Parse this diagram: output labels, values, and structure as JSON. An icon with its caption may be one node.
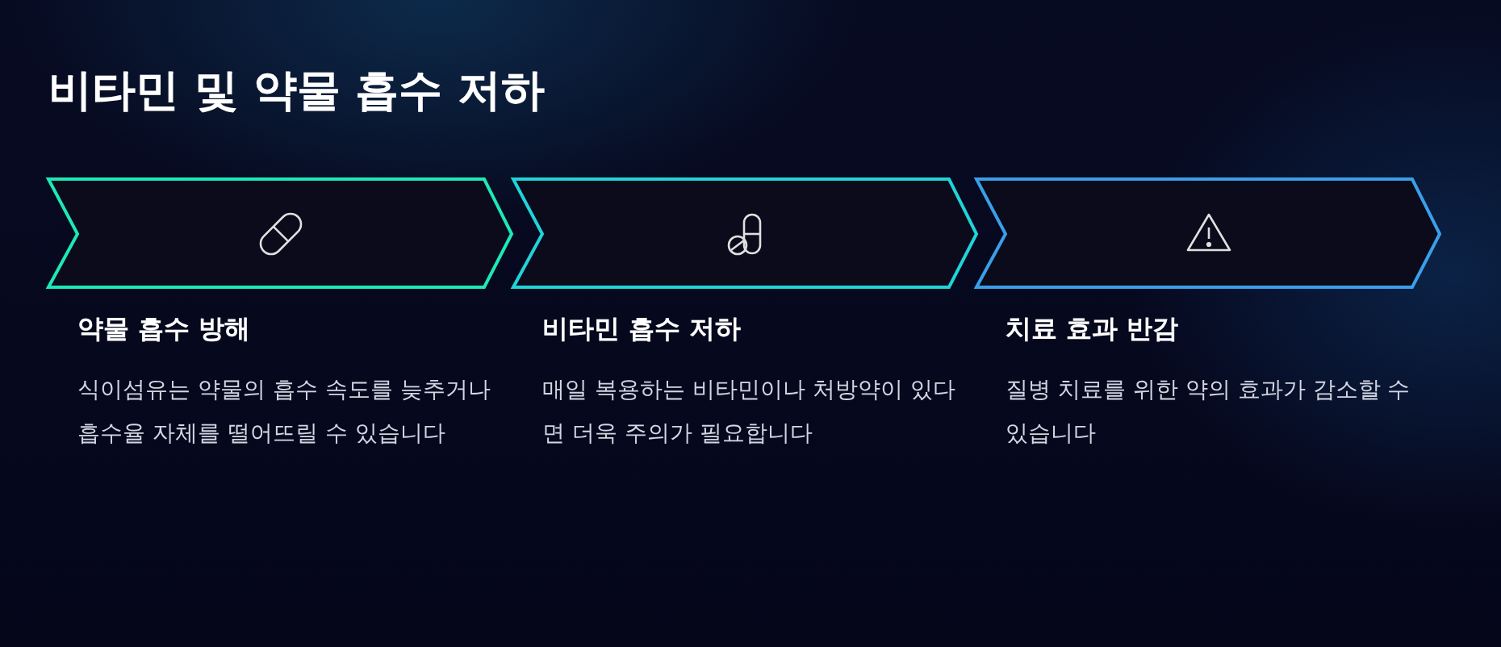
{
  "diagram": {
    "title": "비타민 및 약물 흡수 저하",
    "nodes": [
      {
        "text": [
          "약물 흡수 방해",
          "식이섬유는 약물의 흡수 속도를 늦추거나 흡수율 자체를 떨어뜨릴 수 있습니다"
        ]
      },
      {
        "text": [
          "비타민 흡수 저하",
          "매일 복용하는 비타민이나 처방약이 있다면 더욱 주의가 필요합니다"
        ]
      },
      {
        "text": [
          "치료 효과 반감",
          "질병 치료를 위한 약의 효과가 감소할 수 있습니다"
        ]
      }
    ]
  }
}
